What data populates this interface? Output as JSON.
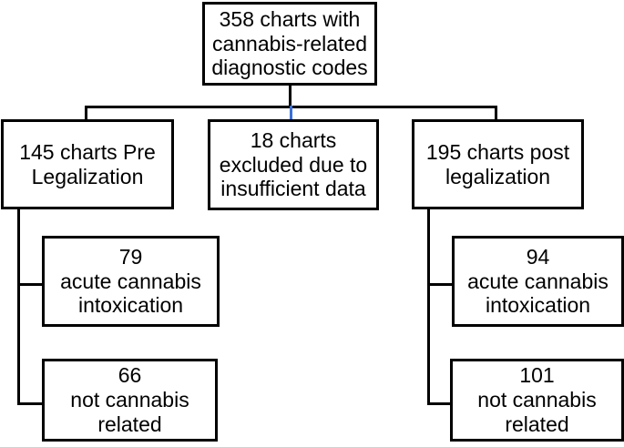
{
  "diagram": {
    "type": "flowchart",
    "title": "Cannabis chart review flow diagram",
    "nodes": {
      "root": {
        "name": "358 charts with cannabis-related diagnostic codes",
        "count": "358",
        "lines": [
          "358 charts with",
          "cannabis-related",
          "diagnostic codes"
        ]
      },
      "pre_legalization": {
        "name": "145 charts Pre Legalization",
        "count": "145",
        "lines": [
          "145 charts Pre",
          "Legalization"
        ]
      },
      "excluded": {
        "name": "18 charts excluded due to insufficient data",
        "count": "18",
        "lines": [
          "18 charts",
          "excluded due to",
          "insufficient data"
        ]
      },
      "post_legalization": {
        "name": "195 charts post legalization",
        "count": "195",
        "lines": [
          "195 charts post",
          "legalization"
        ]
      },
      "pre_acute": {
        "name": "79 acute cannabis intoxication",
        "count": "79",
        "lines": [
          "79",
          "acute cannabis",
          "intoxication"
        ]
      },
      "pre_not_related": {
        "name": "66 not cannabis related",
        "count": "66",
        "lines": [
          "66",
          "not cannabis",
          "related"
        ]
      },
      "post_acute": {
        "name": "94 acute cannabis intoxication",
        "count": "94",
        "lines": [
          "94",
          "acute cannabis",
          "intoxication"
        ]
      },
      "post_not_related": {
        "name": "101 not cannabis related",
        "count": "101",
        "lines": [
          "101",
          "not cannabis",
          "related"
        ]
      }
    },
    "colors": {
      "box_border": "#000000",
      "box_fill": "#ffffff",
      "text": "#000000",
      "connector": "#000000",
      "connector_excluded": "#3a6fd8"
    }
  }
}
